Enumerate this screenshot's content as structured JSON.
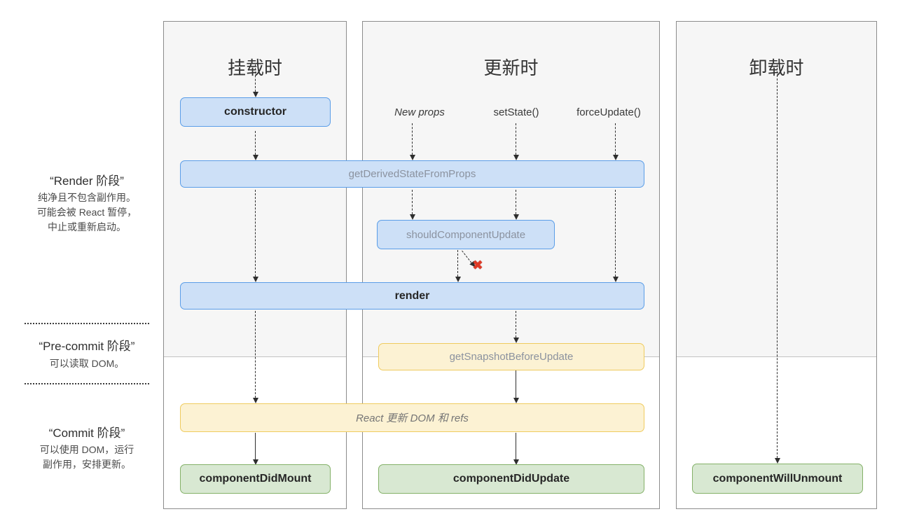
{
  "columns": [
    {
      "id": "mounting",
      "header": "挂载时"
    },
    {
      "id": "updating",
      "header": "更新时"
    },
    {
      "id": "unmounting",
      "header": "卸载时"
    }
  ],
  "phases": [
    {
      "label": "“Render 阶段”",
      "desc": [
        "纯净且不包含副作用。",
        "可能会被 React 暂停，",
        "中止或重新启动。"
      ]
    },
    {
      "label": "“Pre-commit 阶段”",
      "desc": [
        "可以读取 DOM。"
      ]
    },
    {
      "label": "“Commit 阶段”",
      "desc": [
        "可以使用 DOM，运行",
        "副作用，安排更新。"
      ]
    }
  ],
  "triggers": [
    {
      "label": "New props"
    },
    {
      "label": "setState()"
    },
    {
      "label": "forceUpdate()"
    }
  ],
  "methods": {
    "constructor": "constructor",
    "get_derived": "getDerivedStateFromProps",
    "should_update": "shouldComponentUpdate",
    "render": "render",
    "get_snapshot": "getSnapshotBeforeUpdate",
    "react_updates": "React 更新 DOM 和 refs",
    "did_mount": "componentDidMount",
    "did_update": "componentDidUpdate",
    "will_unmount": "componentWillUnmount"
  },
  "icons": {
    "reject_x": "✖"
  },
  "colors": {
    "blue_fill": "#cde0f7",
    "blue_border": "#5a9de8",
    "yellow_fill": "#fcf2d3",
    "yellow_border": "#efcb5e",
    "green_fill": "#d8e8d2",
    "green_border": "#84b168",
    "panel_gray": "#f6f6f6",
    "x_red": "#df3a26"
  }
}
